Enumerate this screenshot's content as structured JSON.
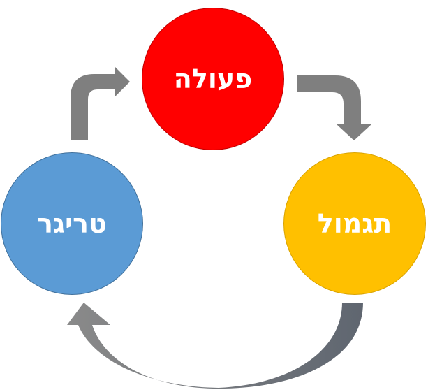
{
  "nodes": {
    "action": {
      "label": "פעולה",
      "color": "#FF0000"
    },
    "reward": {
      "label": "תגמול",
      "color": "#FFC000"
    },
    "trigger": {
      "label": "טריגר",
      "color": "#5B9BD5"
    }
  },
  "arrow_color": "#7F7F7F"
}
